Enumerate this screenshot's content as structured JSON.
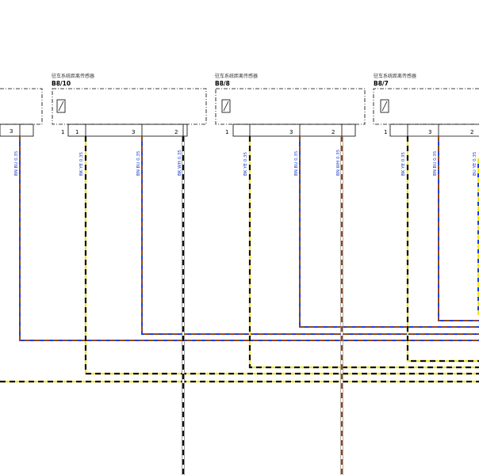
{
  "colors": {
    "blue": "#1f3fe0",
    "brown": "#8b4a26",
    "yellow": "#f2e62a",
    "black": "#111111",
    "white": "#ffffff",
    "label_blue": "#1a3ccf"
  },
  "connectors": [
    {
      "id": "left-partial",
      "name": "",
      "code": "",
      "pins": [
        "3"
      ]
    },
    {
      "id": "B8_10",
      "name": "驻车系统距离传感器",
      "code": "B8/10",
      "pins": [
        "1",
        "3",
        "2"
      ]
    },
    {
      "id": "B8_8",
      "name": "驻车系统距离传感器",
      "code": "B8/8",
      "pins": [
        "1",
        "3",
        "2"
      ]
    },
    {
      "id": "B8_7",
      "name": "驻车系统距离传感器",
      "code": "B8/7",
      "pins": [
        "1",
        "3",
        "2"
      ]
    }
  ],
  "wires": [
    {
      "id": "w-left-3",
      "label": "BN BU 0.35",
      "colors": [
        "blue",
        "brown"
      ]
    },
    {
      "id": "w-b810-1",
      "label": "BK YE 0.35",
      "colors": [
        "yellow",
        "black"
      ]
    },
    {
      "id": "w-b810-3",
      "label": "BN BU 0.35",
      "colors": [
        "blue",
        "brown"
      ]
    },
    {
      "id": "w-b810-2",
      "label": "BK WH 0.35",
      "colors": [
        "black",
        "white"
      ]
    },
    {
      "id": "w-b88-1",
      "label": "BK YE 0.35",
      "colors": [
        "yellow",
        "black"
      ]
    },
    {
      "id": "w-b88-3",
      "label": "BN BU 0.35",
      "colors": [
        "blue",
        "brown"
      ]
    },
    {
      "id": "w-b88-2",
      "label": "BN WH 0.35",
      "colors": [
        "brown",
        "white"
      ]
    },
    {
      "id": "w-b87-1",
      "label": "BK YE 0.35",
      "colors": [
        "yellow",
        "black"
      ]
    },
    {
      "id": "w-b87-3",
      "label": "BN BU 0.35",
      "colors": [
        "blue",
        "brown"
      ]
    },
    {
      "id": "w-b87-2",
      "label": "BU YE 0.35",
      "colors": [
        "blue",
        "yellow"
      ]
    }
  ]
}
